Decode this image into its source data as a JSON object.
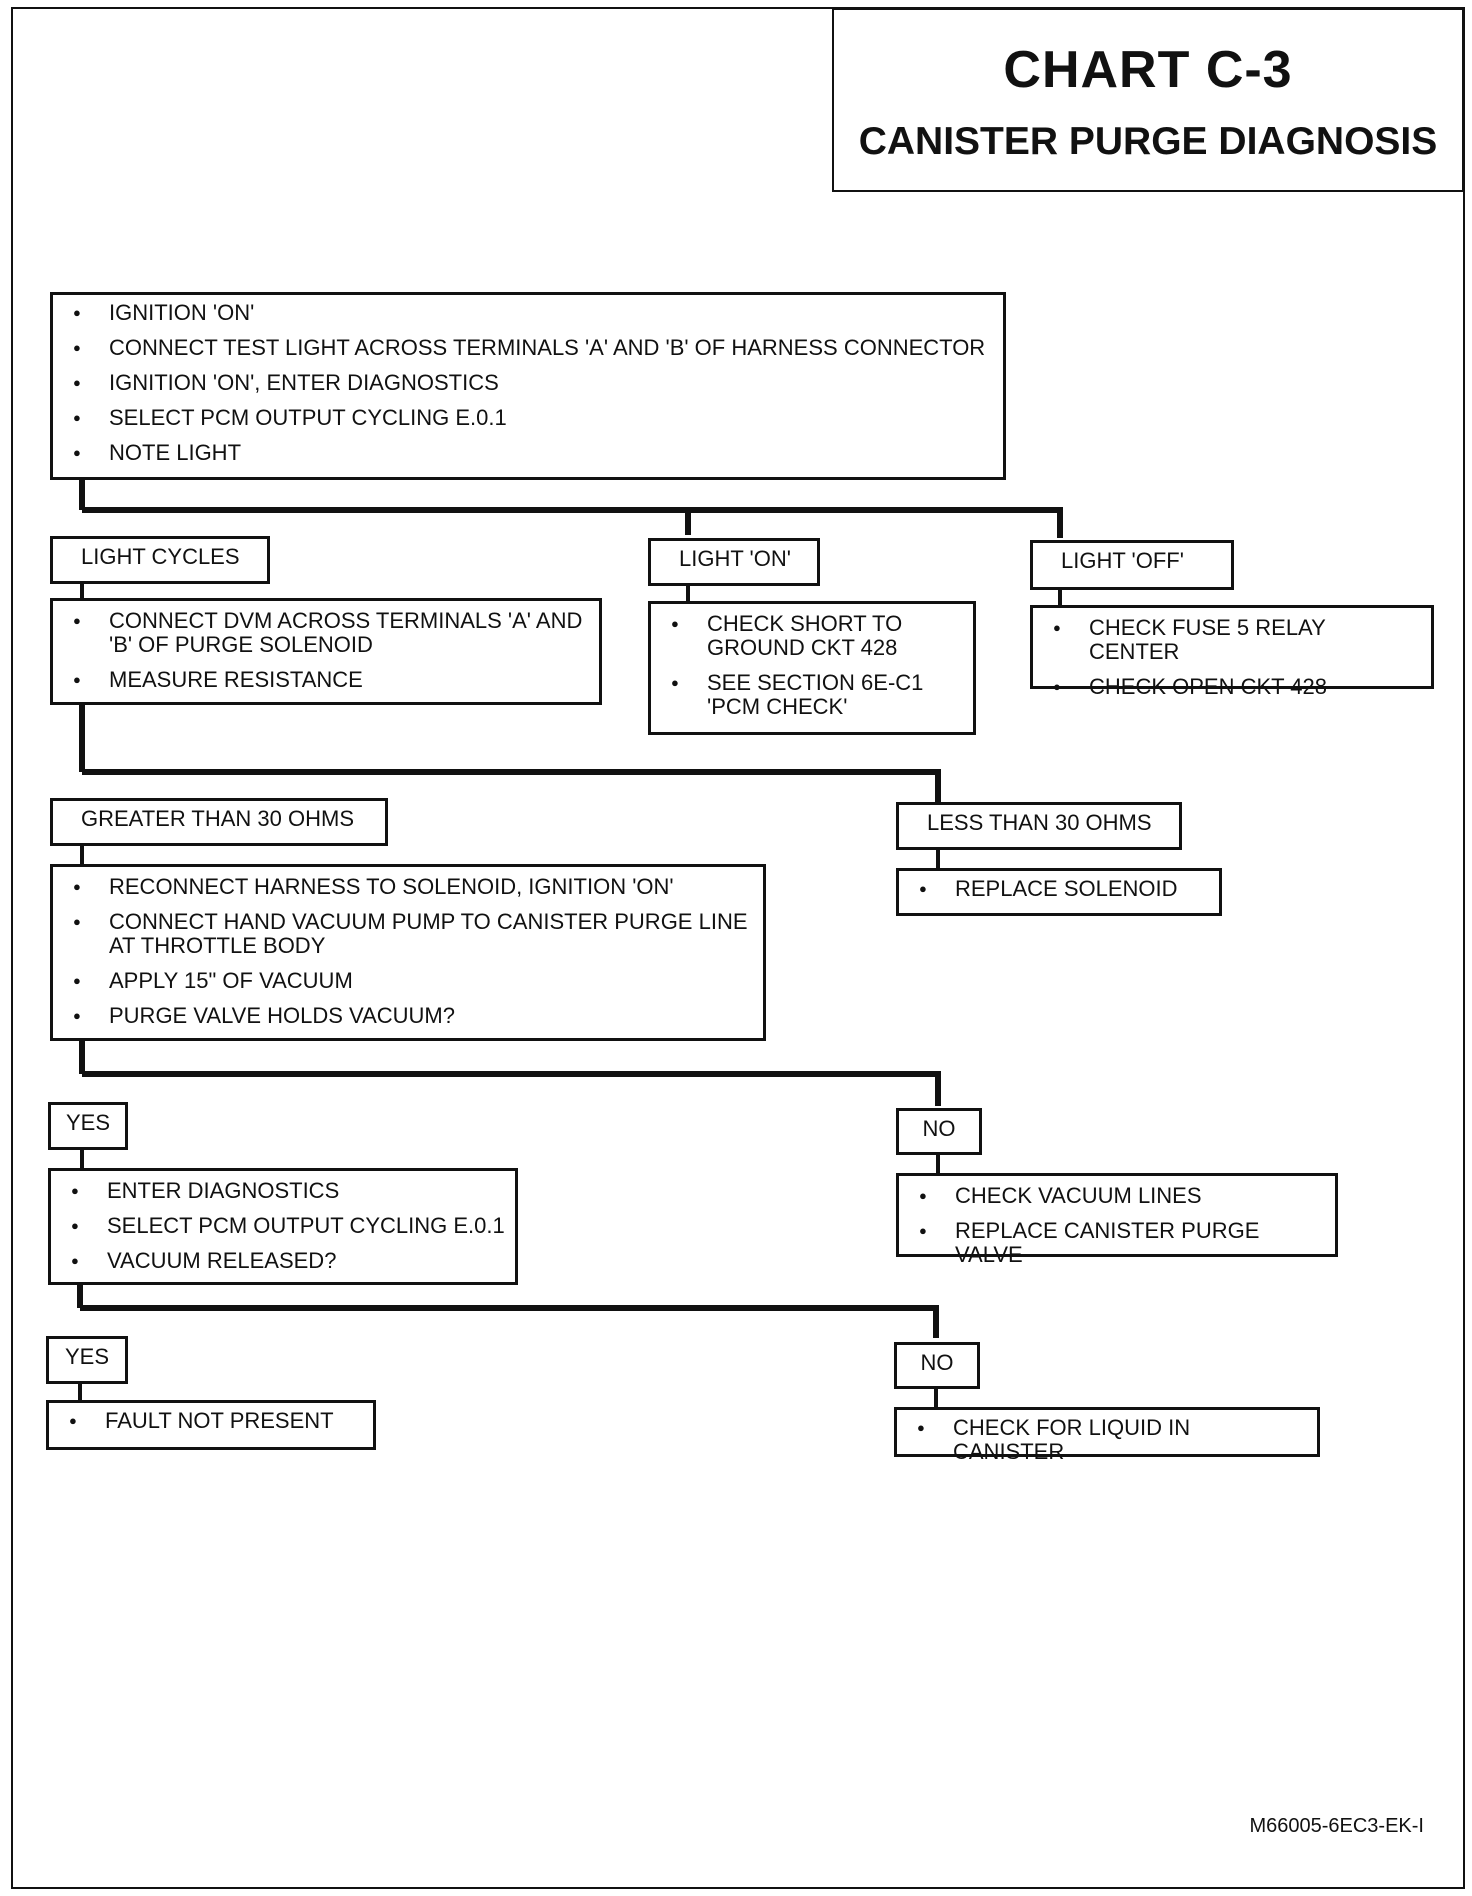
{
  "title": {
    "chart_number": "CHART C-3",
    "chart_name": "CANISTER PURGE DIAGNOSIS"
  },
  "start": {
    "steps": [
      "IGNITION 'ON'",
      "CONNECT TEST LIGHT ACROSS TERMINALS 'A' AND 'B' OF HARNESS CONNECTOR",
      "IGNITION 'ON', ENTER DIAGNOSTICS",
      "SELECT PCM OUTPUT CYCLING E.0.1",
      "NOTE LIGHT"
    ]
  },
  "light_cycles": {
    "label": "LIGHT CYCLES",
    "steps": [
      [
        "CONNECT DVM ACROSS TERMINALS 'A' AND",
        "'B' OF PURGE SOLENOID"
      ],
      [
        "MEASURE RESISTANCE"
      ]
    ]
  },
  "light_on": {
    "label": "LIGHT 'ON'",
    "steps": [
      [
        "CHECK SHORT TO",
        "GROUND CKT 428"
      ],
      [
        "SEE SECTION 6E-C1",
        "'PCM CHECK'"
      ]
    ]
  },
  "light_off": {
    "label": "LIGHT 'OFF'",
    "steps": [
      "CHECK FUSE 5 RELAY CENTER",
      "CHECK OPEN CKT 428"
    ]
  },
  "greater_30": {
    "label": "GREATER THAN 30 OHMS",
    "steps": [
      [
        "RECONNECT HARNESS TO SOLENOID, IGNITION 'ON'"
      ],
      [
        "CONNECT HAND VACUUM PUMP TO CANISTER PURGE LINE",
        "AT THROTTLE BODY"
      ],
      [
        "APPLY 15\" OF VACUUM"
      ],
      [
        "PURGE VALVE HOLDS VACUUM?"
      ]
    ]
  },
  "less_30": {
    "label": "LESS THAN 30 OHMS",
    "steps": [
      "REPLACE SOLENOID"
    ]
  },
  "holds_yes": {
    "label": "YES",
    "steps": [
      "ENTER DIAGNOSTICS",
      "SELECT PCM OUTPUT CYCLING E.0.1",
      "VACUUM RELEASED?"
    ]
  },
  "holds_no": {
    "label": "NO",
    "steps": [
      "CHECK VACUUM LINES",
      "REPLACE CANISTER PURGE VALVE"
    ]
  },
  "released_yes": {
    "label": "YES",
    "steps": [
      "FAULT NOT PRESENT"
    ]
  },
  "released_no": {
    "label": "NO",
    "steps": [
      "CHECK FOR LIQUID IN CANISTER"
    ]
  },
  "figure_code": "M66005-6EC3-EK-I"
}
